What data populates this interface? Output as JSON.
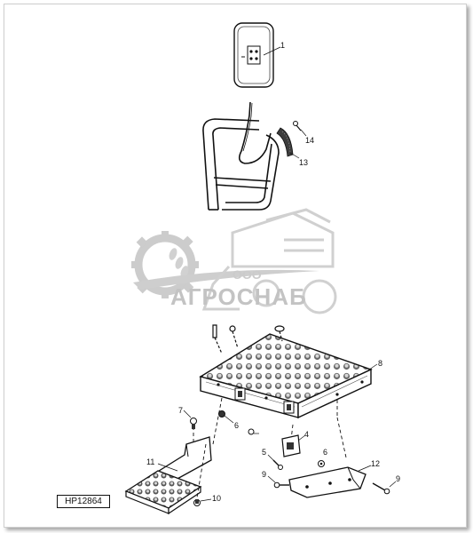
{
  "figure": {
    "reference_code": "HP12864",
    "callouts": [
      {
        "id": "c1",
        "label": "1"
      },
      {
        "id": "c14",
        "label": "14"
      },
      {
        "id": "c13",
        "label": "13"
      },
      {
        "id": "c8",
        "label": "8"
      },
      {
        "id": "c7",
        "label": "7"
      },
      {
        "id": "c6a",
        "label": "6"
      },
      {
        "id": "c4",
        "label": "4"
      },
      {
        "id": "c5",
        "label": "5"
      },
      {
        "id": "c6b",
        "label": "6"
      },
      {
        "id": "c11",
        "label": "11"
      },
      {
        "id": "c12",
        "label": "12"
      },
      {
        "id": "c9a",
        "label": "9"
      },
      {
        "id": "c9b",
        "label": "9"
      },
      {
        "id": "c10",
        "label": "10"
      }
    ]
  },
  "watermark": {
    "prefix": "ООО",
    "company": "АГРОСНАБ"
  }
}
